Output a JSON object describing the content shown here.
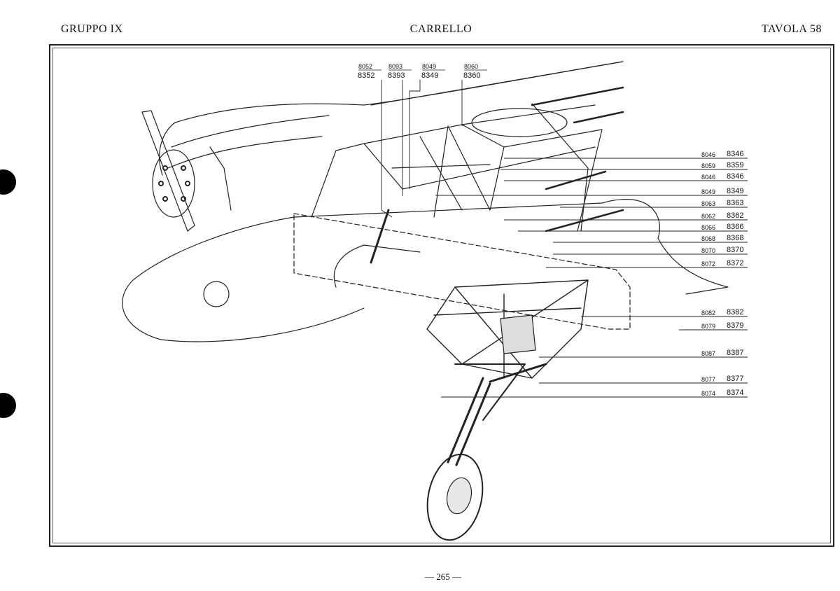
{
  "header": {
    "left": "GRUPPO IX",
    "center": "CARRELLO",
    "right": "TAVOLA 58"
  },
  "page_number": "— 265 —",
  "top_callouts": [
    {
      "top": "8052",
      "bottom": "8352"
    },
    {
      "top": "8093",
      "bottom": "8393"
    },
    {
      "top": "8049",
      "bottom": "8349"
    },
    {
      "top": "8060",
      "bottom": "8360"
    }
  ],
  "right_callouts": [
    {
      "a": "8046",
      "b": "8346"
    },
    {
      "a": "8059",
      "b": "8359"
    },
    {
      "a": "8046",
      "b": "8346"
    },
    {
      "a": "8049",
      "b": "8349"
    },
    {
      "a": "8063",
      "b": "8363"
    },
    {
      "a": "8062",
      "b": "8362"
    },
    {
      "a": "8066",
      "b": "8366"
    },
    {
      "a": "8068",
      "b": "8368"
    },
    {
      "a": "8070",
      "b": "8370"
    },
    {
      "a": "8072",
      "b": "8372"
    },
    {
      "a": "8082",
      "b": "8382"
    },
    {
      "a": "8079",
      "b": "8379"
    },
    {
      "a": "8087",
      "b": "8387"
    },
    {
      "a": "8077",
      "b": "8377"
    },
    {
      "a": "8074",
      "b": "8374"
    }
  ]
}
